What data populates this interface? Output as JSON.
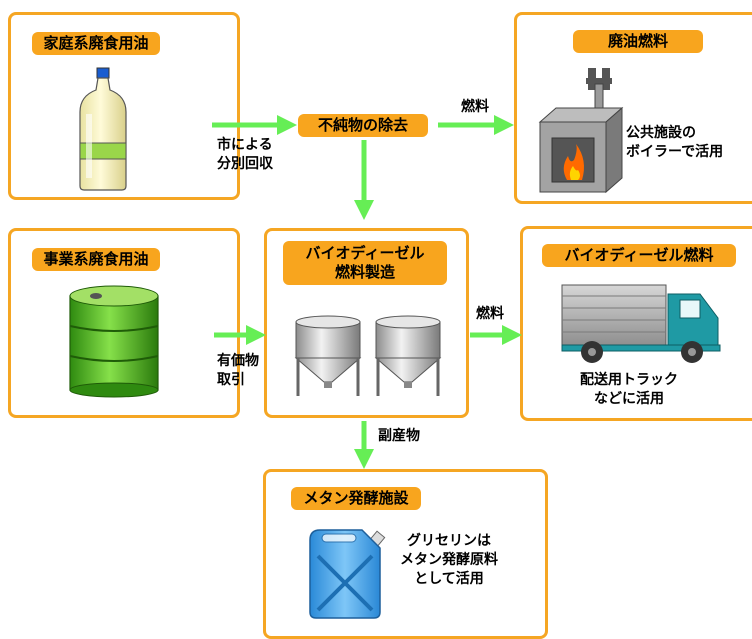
{
  "household_oil": {
    "title": "家庭系廃食用油"
  },
  "business_oil": {
    "title": "事業系廃食用油"
  },
  "impurity_removal": {
    "title": "不純物の除去"
  },
  "bdf_production": {
    "title_line1": "バイオディーゼル",
    "title_line2": "燃料製造"
  },
  "waste_oil_fuel": {
    "title": "廃油燃料",
    "note_line1": "公共施設の",
    "note_line2": "ボイラーで活用"
  },
  "bdf_fuel": {
    "title": "バイオディーゼル燃料",
    "note_line1": "配送用トラック",
    "note_line2": "などに活用"
  },
  "methane": {
    "title": "メタン発酵施設",
    "note_line1": "グリセリンは",
    "note_line2": "メタン発酵原料",
    "note_line3": "として活用"
  },
  "arrows": {
    "city_collection_line1": "市による",
    "city_collection_line2": "分別回収",
    "paid_trade_line1": "有価物",
    "paid_trade_line2": "取引",
    "fuel_top": "燃料",
    "fuel_mid": "燃料",
    "byproduct": "副産物"
  },
  "colors": {
    "border": "#f5a623",
    "label": "#f8a51e",
    "arrow": "#66ee55"
  }
}
